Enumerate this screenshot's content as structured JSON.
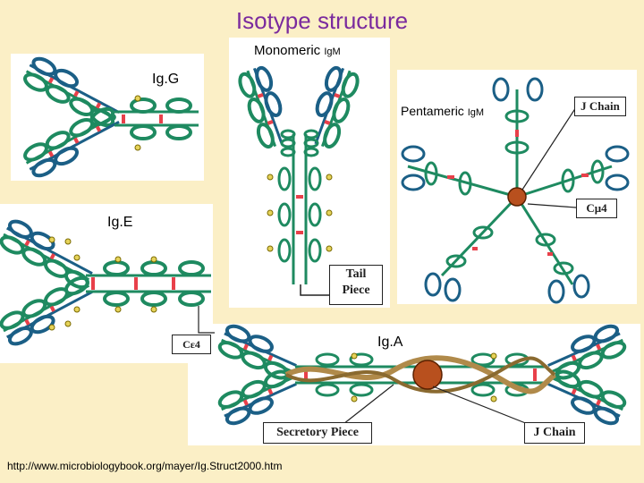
{
  "title": "Isotype structure",
  "labels": {
    "igm_monomeric_main": "Monomeric ",
    "igm_monomeric_suffix": "IgM",
    "igg": "Ig.G",
    "igm_pentameric_main": "Pentameric ",
    "igm_pentameric_suffix": "IgM",
    "ige": "Ig.E",
    "iga": "Ig.A"
  },
  "callouts": {
    "tail_piece_line1": "Tail",
    "tail_piece_line2": "Piece",
    "j_chain_pentamer": "J Chain",
    "c_mu_4": "Cμ4",
    "c_epsilon_4": "Cε4",
    "secretory_piece": "Secretory Piece",
    "j_chain_iga": "J Chain"
  },
  "source_url": "http://www.microbiologybook.org/mayer/Ig.Struct2000.htm",
  "colors": {
    "background": "#fbefc6",
    "title": "#7a2a9e",
    "domain_blue": "#1b5f86",
    "domain_green": "#1e8a60",
    "disulfide_red": "#e8404a",
    "carbohydrate": "#e6d35a",
    "j_chain": "#b8501e",
    "secretory_piece": "#b08a4a"
  }
}
